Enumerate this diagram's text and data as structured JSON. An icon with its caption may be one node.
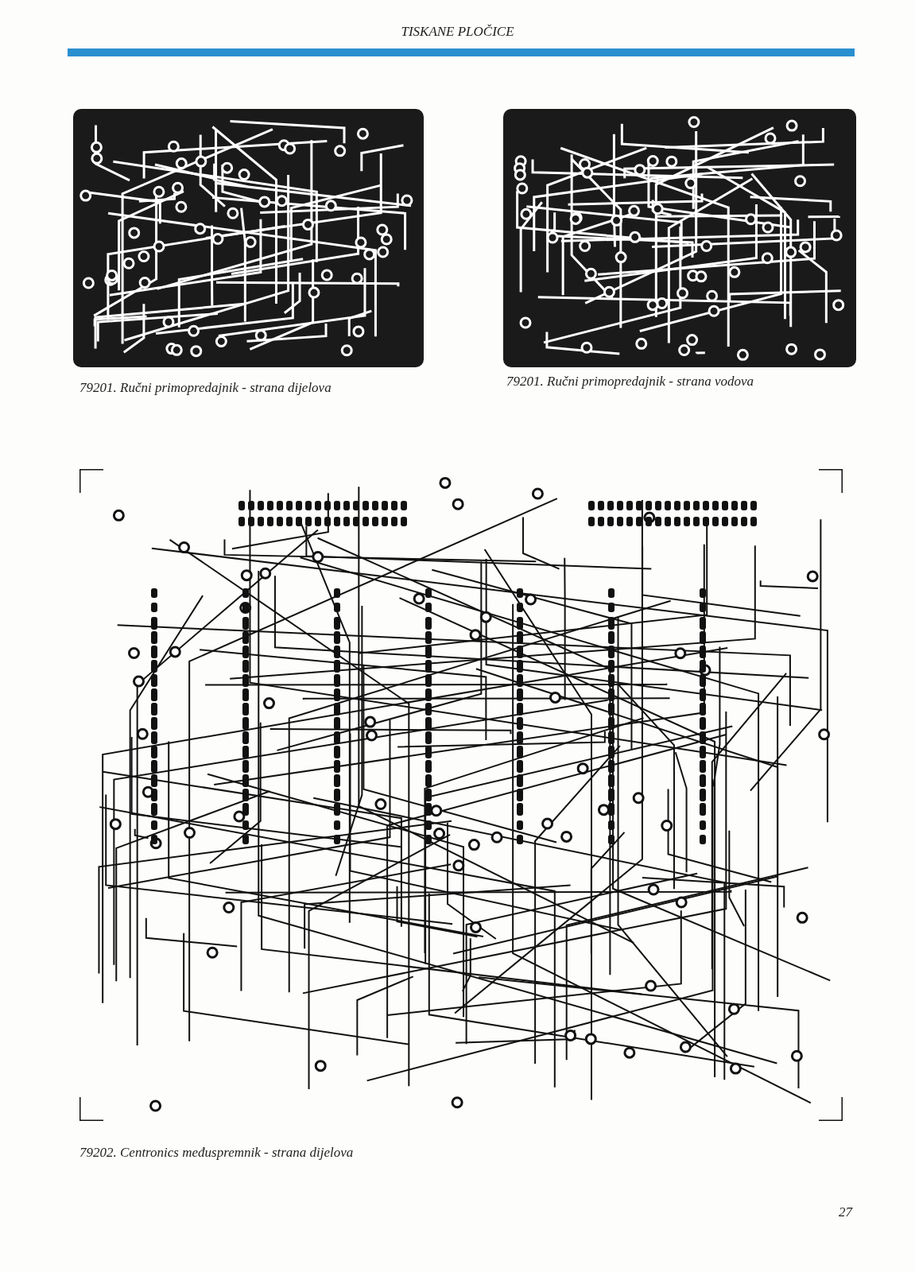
{
  "diagram": {
    "title": "TISKANE PLOČICE",
    "labels": [
      "79201. Ručni primopredajnik - strana dijelova",
      "79201. Ručni primopredajnik - strana vodova",
      "79202. Centronics međuspremnik - strana dijelova",
      "27"
    ]
  }
}
